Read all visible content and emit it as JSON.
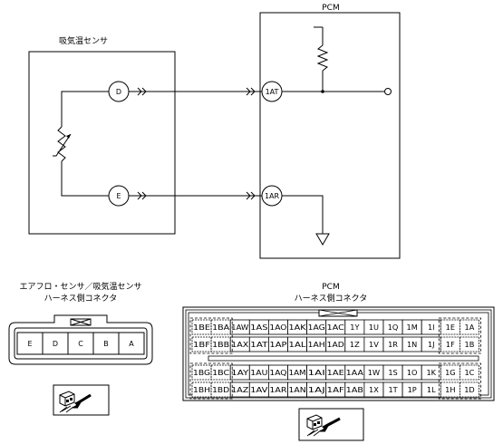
{
  "wiring": {
    "pcm_title": "PCM",
    "sensor_title": "吸気温センサ",
    "sensor_pins": [
      "D",
      "E"
    ],
    "pcm_pins": [
      "1AT",
      "1AR"
    ]
  },
  "sensor_connector": {
    "title_line1": "エアフロ・センサ／吸気温センサ",
    "title_line2": "ハーネス側コネクタ",
    "pins": [
      "E",
      "D",
      "C",
      "B",
      "A"
    ]
  },
  "pcm_connector": {
    "title_line1": "PCM",
    "title_line2": "ハーネス側コネクタ",
    "rows": [
      [
        "1BE",
        "1BA",
        "1AW",
        "1AS",
        "1AO",
        "1AK",
        "1AG",
        "1AC",
        "1Y",
        "1U",
        "1Q",
        "1M",
        "1I",
        "1E",
        "1A"
      ],
      [
        "1BF",
        "1BB",
        "1AX",
        "1AT",
        "1AP",
        "1AL",
        "1AH",
        "1AD",
        "1Z",
        "1V",
        "1R",
        "1N",
        "1J",
        "1F",
        "1B"
      ],
      [
        "1BG",
        "1BC",
        "1AY",
        "1AU",
        "1AQ",
        "1AM",
        "1AI",
        "1AE",
        "1AA",
        "1W",
        "1S",
        "1O",
        "1K",
        "1G",
        "1C"
      ],
      [
        "1BH",
        "1BD",
        "1AZ",
        "1AV",
        "1AR",
        "1AN",
        "1AJ",
        "1AF",
        "1AB",
        "1X",
        "1T",
        "1P",
        "1L",
        "1H",
        "1D"
      ]
    ]
  },
  "icons": {
    "view_direction": "connector-view-direction-icon",
    "thermistor": "thermistor-icon",
    "resistor": "resistor-icon",
    "ground": "ground-icon"
  }
}
